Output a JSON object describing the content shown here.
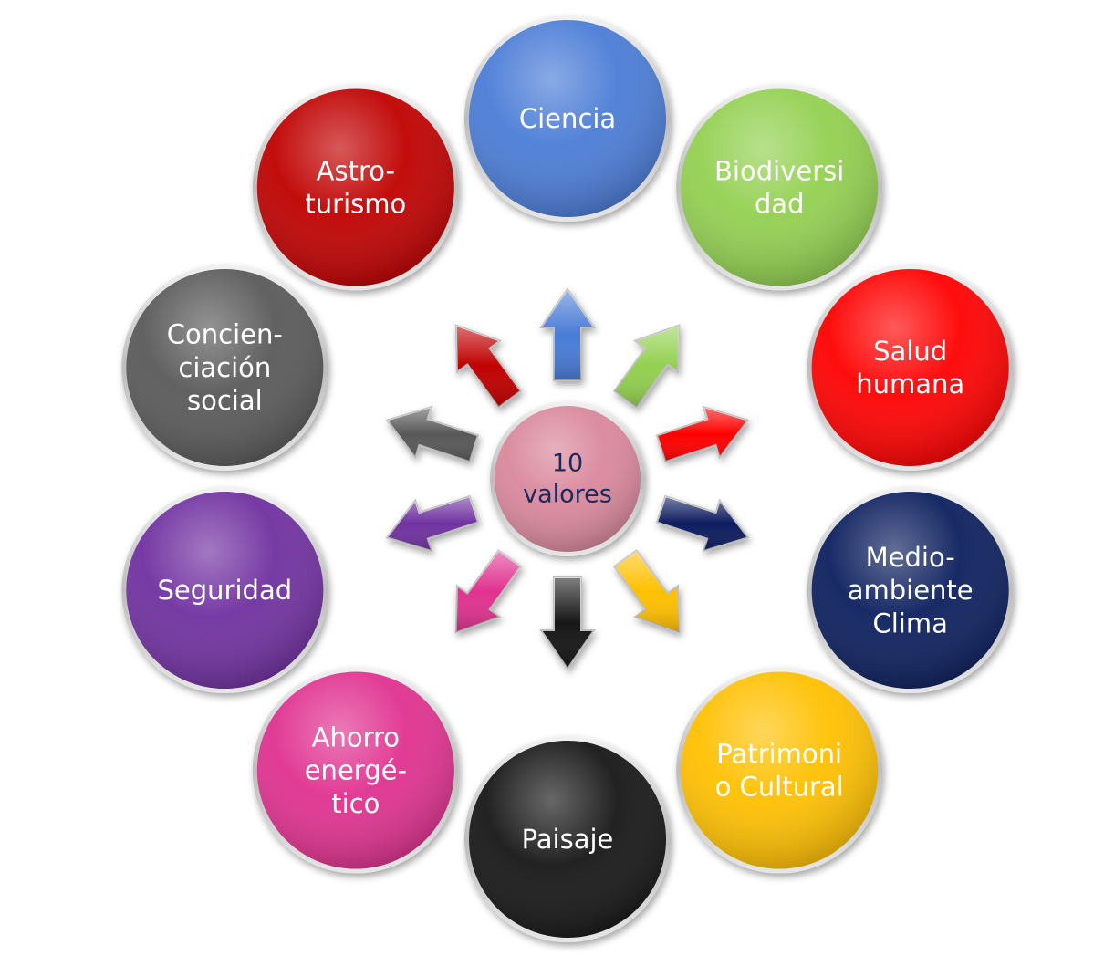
{
  "center": {
    "lines": [
      "10",
      "valores"
    ],
    "fill": "#D9879B",
    "text_color": "#1B2A5C"
  },
  "values": [
    {
      "id": "ciencia",
      "lines": [
        "Ciencia"
      ],
      "fill": "#4A7CD6",
      "text_color": "#ffffff"
    },
    {
      "id": "biodiversidad",
      "lines": [
        "Biodiversi",
        "dad"
      ],
      "fill": "#92D050",
      "text_color": "#ffffff"
    },
    {
      "id": "salud-humana",
      "lines": [
        "Salud",
        "humana"
      ],
      "fill": "#FF0000",
      "text_color": "#ffffff"
    },
    {
      "id": "medio-ambiente-clima",
      "lines": [
        "Medio-",
        "ambiente",
        "Clima"
      ],
      "fill": "#0C1F5E",
      "text_color": "#ffffff"
    },
    {
      "id": "patrimonio-cultural",
      "lines": [
        "Patrimoni",
        "o Cultural"
      ],
      "fill": "#FFC000",
      "text_color": "#ffffff"
    },
    {
      "id": "paisaje",
      "lines": [
        "Paisaje"
      ],
      "fill": "#161616",
      "text_color": "#ffffff"
    },
    {
      "id": "ahorro-energetico",
      "lines": [
        "Ahorro",
        "energé-",
        "tico"
      ],
      "fill": "#E0318F",
      "text_color": "#ffffff"
    },
    {
      "id": "seguridad",
      "lines": [
        "Seguridad"
      ],
      "fill": "#7030A0",
      "text_color": "#ffffff"
    },
    {
      "id": "concienciacion-social",
      "lines": [
        "Concien-",
        "ciación",
        "social"
      ],
      "fill": "#595959",
      "text_color": "#ffffff"
    },
    {
      "id": "astro-turismo",
      "lines": [
        "Astro-",
        "turismo"
      ],
      "fill": "#C00000",
      "text_color": "#ffffff"
    }
  ]
}
